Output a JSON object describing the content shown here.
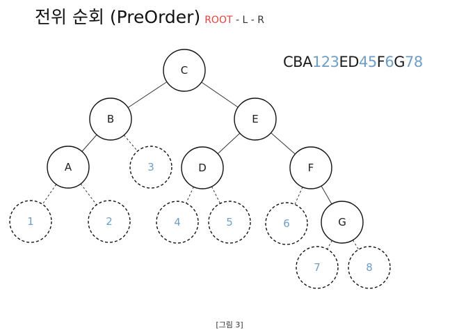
{
  "title": {
    "main": "전위 순회 (PreOrder)",
    "root": "ROOT",
    "rest": " - L - R"
  },
  "order_sequence": [
    {
      "text": "CBA",
      "kind": "node"
    },
    {
      "text": "123",
      "kind": "leaf"
    },
    {
      "text": "ED",
      "kind": "node"
    },
    {
      "text": "45",
      "kind": "leaf"
    },
    {
      "text": "F",
      "kind": "node"
    },
    {
      "text": "6",
      "kind": "leaf"
    },
    {
      "text": "G",
      "kind": "node"
    },
    {
      "text": "78",
      "kind": "leaf"
    }
  ],
  "caption": "[그림 3]",
  "colors": {
    "root_highlight": "#e8403f",
    "leaf": "#6e9ec6",
    "node": "#1c1c1c"
  },
  "tree": {
    "nodes": [
      {
        "id": "C",
        "label": "C",
        "kind": "node",
        "parent": null
      },
      {
        "id": "B",
        "label": "B",
        "kind": "node",
        "parent": "C"
      },
      {
        "id": "E",
        "label": "E",
        "kind": "node",
        "parent": "C"
      },
      {
        "id": "A",
        "label": "A",
        "kind": "node",
        "parent": "B"
      },
      {
        "id": "3",
        "label": "3",
        "kind": "leaf",
        "parent": "B"
      },
      {
        "id": "D",
        "label": "D",
        "kind": "node",
        "parent": "E"
      },
      {
        "id": "F",
        "label": "F",
        "kind": "node",
        "parent": "E"
      },
      {
        "id": "1",
        "label": "1",
        "kind": "leaf",
        "parent": "A"
      },
      {
        "id": "2",
        "label": "2",
        "kind": "leaf",
        "parent": "A"
      },
      {
        "id": "4",
        "label": "4",
        "kind": "leaf",
        "parent": "D"
      },
      {
        "id": "5",
        "label": "5",
        "kind": "leaf",
        "parent": "D"
      },
      {
        "id": "6",
        "label": "6",
        "kind": "leaf",
        "parent": "F"
      },
      {
        "id": "G",
        "label": "G",
        "kind": "node",
        "parent": "F"
      },
      {
        "id": "7",
        "label": "7",
        "kind": "leaf",
        "parent": "G"
      },
      {
        "id": "8",
        "label": "8",
        "kind": "leaf",
        "parent": "G"
      }
    ]
  }
}
